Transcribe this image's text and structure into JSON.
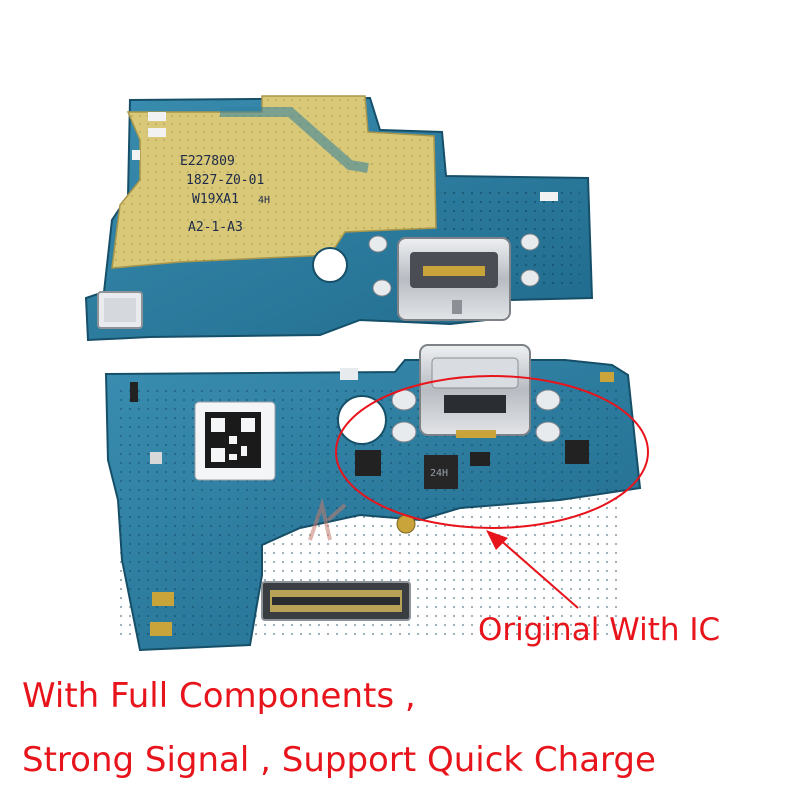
{
  "board_top": {
    "silkscreen_lines": [
      "E227809",
      "1827-Z0-01",
      "W19XA1",
      "4H",
      "A2-1-A3"
    ]
  },
  "board_bottom": {
    "chip_marking": "24H"
  },
  "annotation": {
    "callout_text": "Original With IC",
    "color": "#e8141c"
  },
  "captions": {
    "line1": "With Full Components ,",
    "line2": "Strong Signal ,    Support Quick Charge",
    "color": "#e8141c"
  },
  "colors": {
    "pcb_blue": "#2f7fa0",
    "pcb_dark": "#1f5f7c",
    "gold": "#d9c878",
    "metal": "#c9ccd0"
  }
}
